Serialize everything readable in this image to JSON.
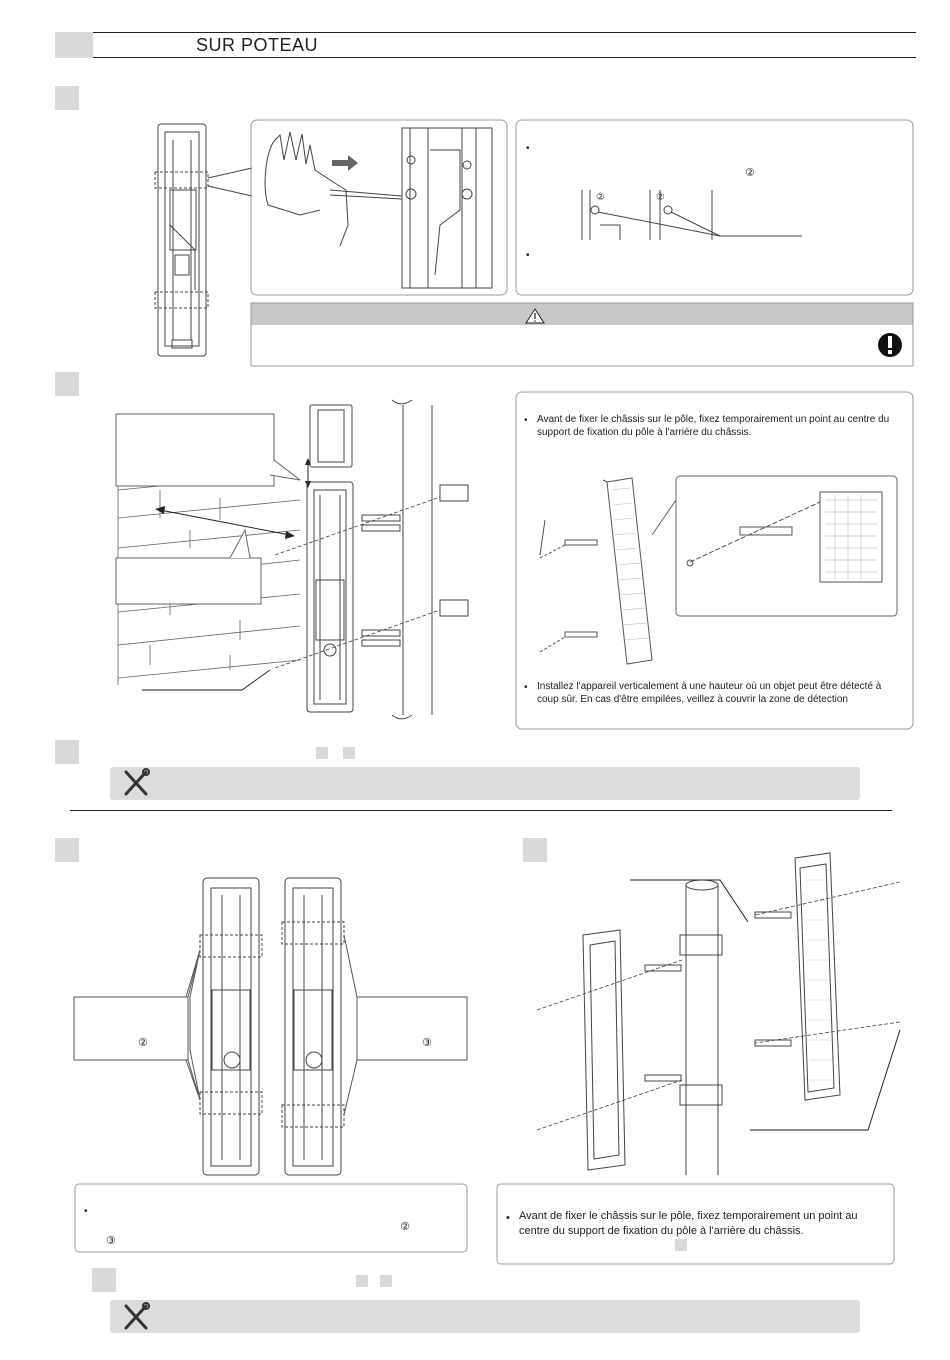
{
  "header": {
    "title": "SUR POTEAU"
  },
  "section2": {
    "callout_mark": "②",
    "label_a": "②",
    "label_b": "②",
    "bullet1": "•",
    "bullet2": "•"
  },
  "section3": {
    "note1_bullet": "•",
    "note1": "Avant de fixer le châssis sur le pôle, fixez temporairement un point au centre du support de fixation du pôle à l'arrière du châssis.",
    "note2_bullet": "•",
    "note2": "Installez l'appareil verticalement à une hauteur où un objet peut être détecté à coup sûr. En cas d'être empilées, veillez à couvrir la zone de détection"
  },
  "section5": {
    "left_mark": "②",
    "right_mark": "③",
    "note_mark1": "②",
    "note_mark2": "③",
    "bullet": "•"
  },
  "section6": {
    "bullet": "•",
    "note": "Avant de fixer le châssis sur le pôle, fixez temporairement un point au centre du support de fixation du pôle à l'arrière du châssis."
  },
  "icons": {
    "warning": "warning-triangle-icon",
    "mandatory": "exclamation-circle-icon",
    "tool": "tools-icon"
  }
}
